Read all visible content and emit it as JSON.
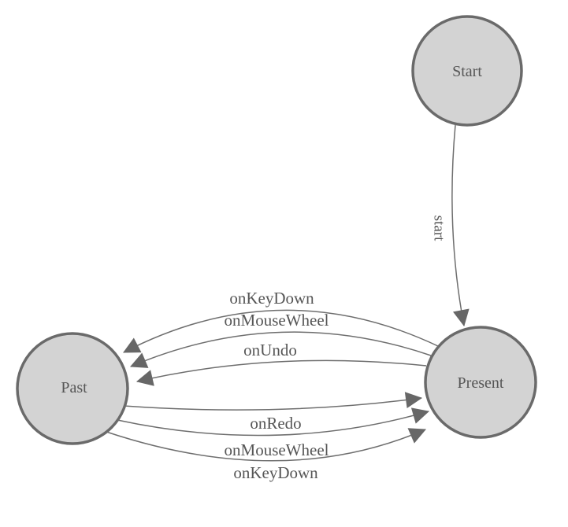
{
  "diagram": {
    "colors": {
      "background": "#ffffff",
      "node_fill": "#d3d3d3",
      "node_stroke": "#6a6a6a",
      "edge_stroke": "#6e6e6e",
      "arrow_fill": "#676767",
      "label_color": "#565656"
    },
    "nodes": [
      {
        "id": "start",
        "label": "Start"
      },
      {
        "id": "present",
        "label": "Present"
      },
      {
        "id": "past",
        "label": "Past"
      }
    ],
    "edges": [
      {
        "from": "start",
        "to": "present",
        "label": "start"
      },
      {
        "from": "present",
        "to": "past",
        "label": "onKeyDown"
      },
      {
        "from": "present",
        "to": "past",
        "label": "onMouseWheel"
      },
      {
        "from": "present",
        "to": "past",
        "label": "onUndo"
      },
      {
        "from": "past",
        "to": "present",
        "label": "onRedo"
      },
      {
        "from": "past",
        "to": "present",
        "label": "onMouseWheel"
      },
      {
        "from": "past",
        "to": "present",
        "label": "onKeyDown"
      }
    ]
  }
}
